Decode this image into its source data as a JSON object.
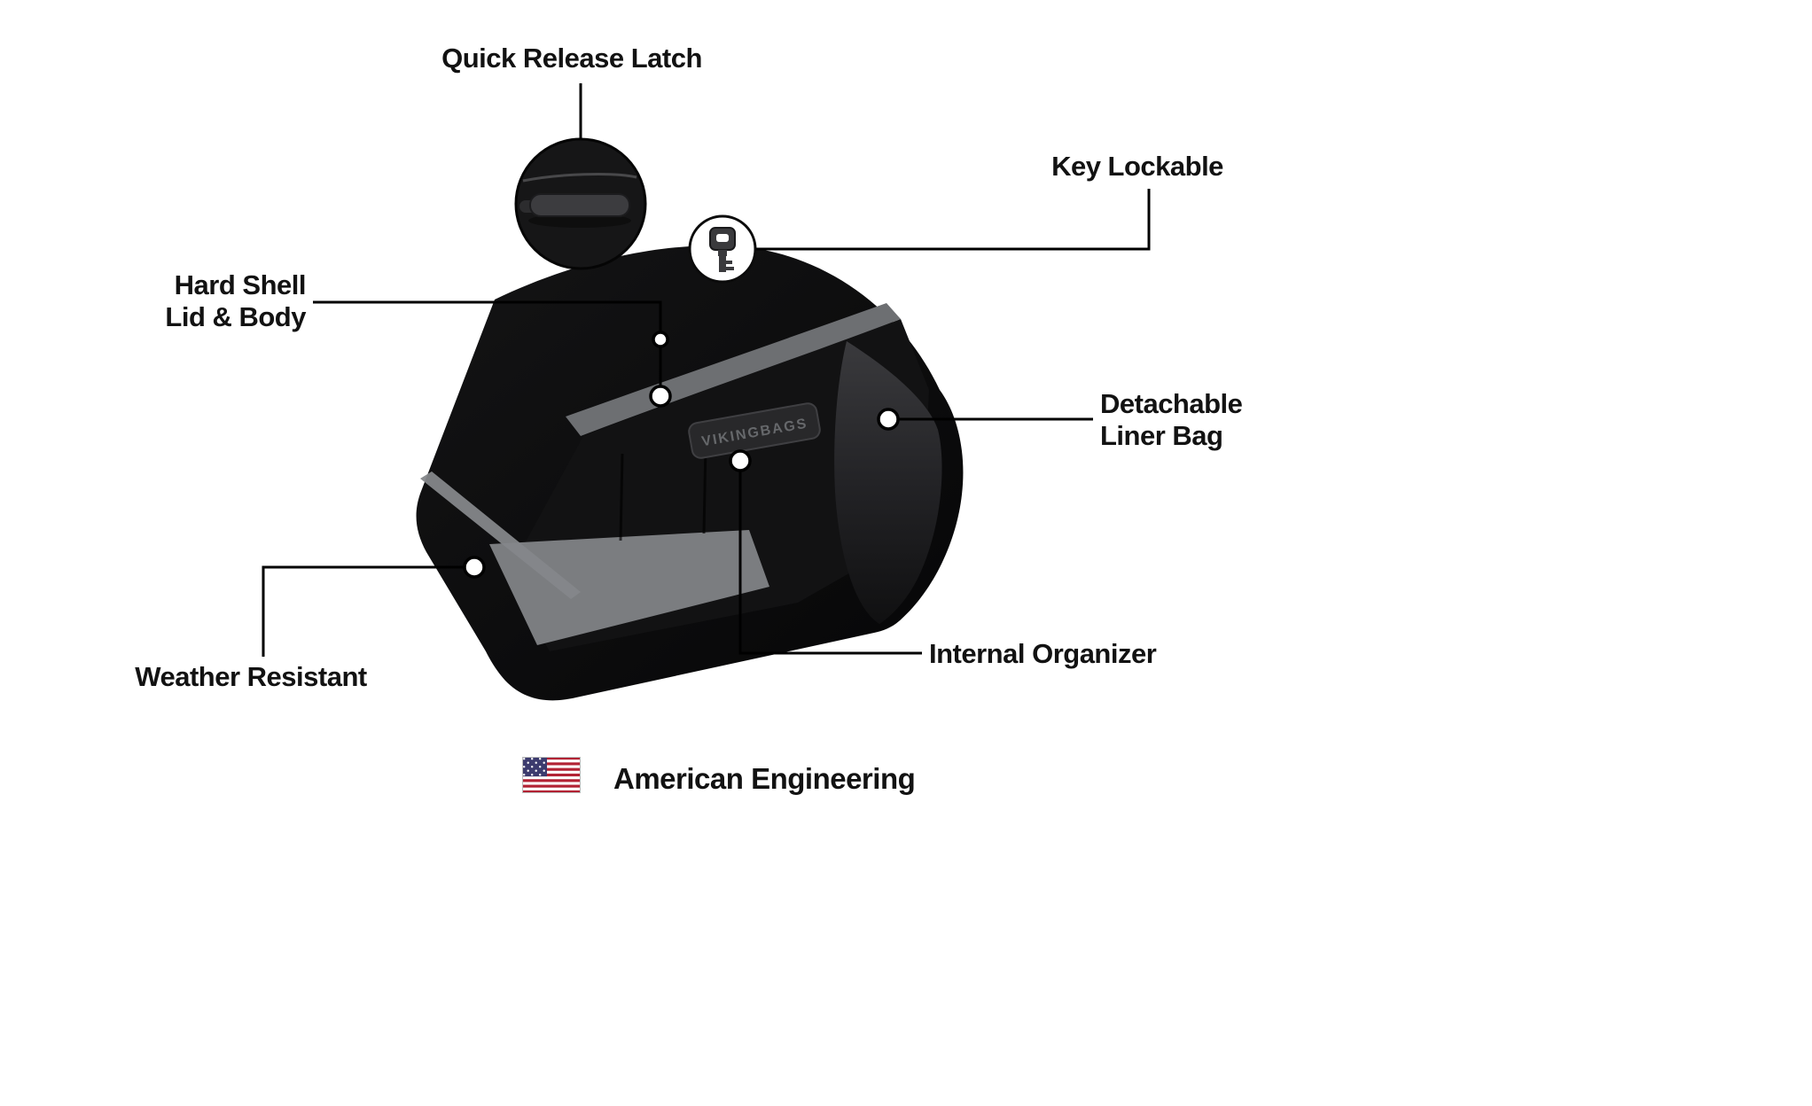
{
  "callouts": {
    "quick_release_latch": {
      "label": "Quick Release Latch"
    },
    "key_lockable": {
      "label": "Key Lockable"
    },
    "hard_shell": {
      "line1": "Hard Shell",
      "line2": "Lid & Body"
    },
    "detachable_liner": {
      "line1": "Detachable",
      "line2": "Liner Bag"
    },
    "weather_resistant": {
      "label": "Weather Resistant"
    },
    "internal_organizer": {
      "label": "Internal Organizer"
    }
  },
  "footer": {
    "american_engineering": "American Engineering"
  },
  "product": {
    "logo_text": "VIKINGBAGS"
  },
  "colors": {
    "background": "#ffffff",
    "callout_line": "#000000",
    "bag_black": "#0a0a0b",
    "accent_gray": "#6d6f72",
    "interior_floor_gray": "#7b7d80",
    "flag_red": "#B22234",
    "flag_blue": "#3C3B6E"
  }
}
